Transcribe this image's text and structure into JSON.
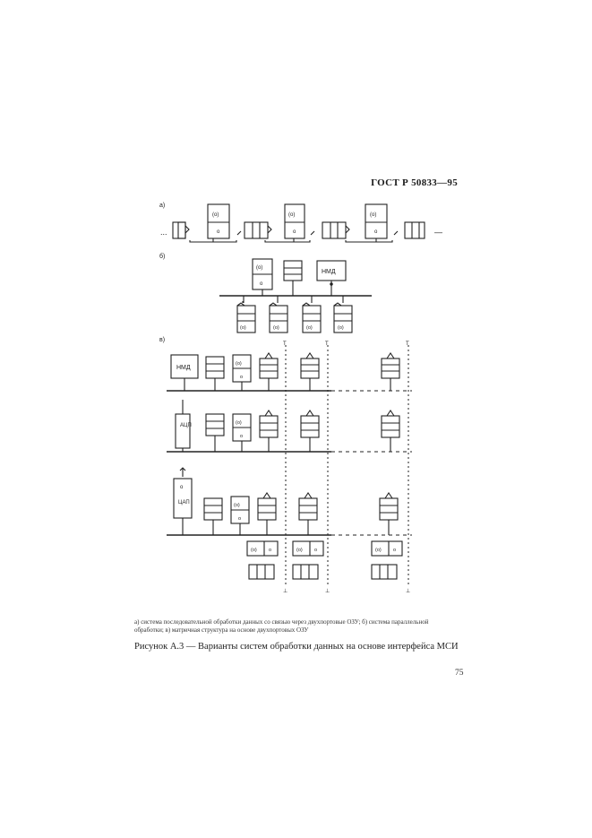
{
  "header": {
    "standard": "ГОСТ Р 50833—95"
  },
  "figure": {
    "panel_labels": [
      "а)",
      "б)",
      "в)"
    ],
    "box_labels": {
      "o_paren": "(о)",
      "o": "о",
      "nmd": "НМД",
      "adp": "АЦП",
      "cap": "ЦАП"
    }
  },
  "caption": {
    "line1": "а) система последовательной обработки данных со связью через двухпортовые ОЗУ; б) система параллельной",
    "line2": "обработки; в) матричная структура на основе двухпортовых ОЗУ"
  },
  "figure_title": "Рисунок А.3 — Варианты систем обработки данных на основе интерфейса МСИ",
  "page_number": "75"
}
